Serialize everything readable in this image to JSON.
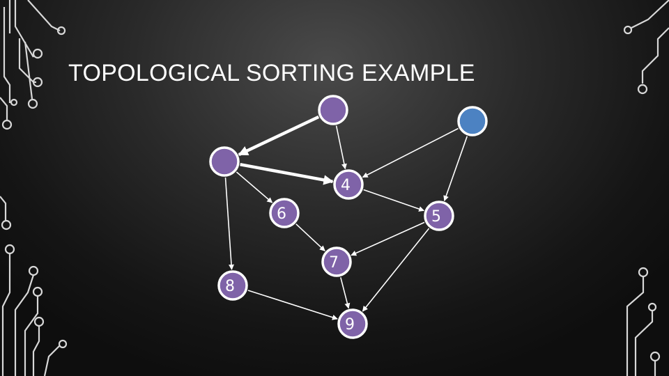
{
  "title": "TOPOLOGICAL SORTING EXAMPLE",
  "colors": {
    "node_purple": "#7f63a8",
    "node_blue": "#4c82c2",
    "node_border": "#ffffff",
    "edge": "#ffffff",
    "circuit": "#d8d8d8"
  },
  "graph": {
    "nodes": [
      {
        "id": "a",
        "label": "",
        "color": "#7f63a8"
      },
      {
        "id": "b",
        "label": "",
        "color": "#4c82c2"
      },
      {
        "id": "c",
        "label": "",
        "color": "#7f63a8"
      },
      {
        "id": "n4",
        "label": "4",
        "color": "#7f63a8"
      },
      {
        "id": "n6",
        "label": "6",
        "color": "#7f63a8"
      },
      {
        "id": "n5",
        "label": "5",
        "color": "#7f63a8"
      },
      {
        "id": "n7",
        "label": "7",
        "color": "#7f63a8"
      },
      {
        "id": "n8",
        "label": "8",
        "color": "#7f63a8"
      },
      {
        "id": "n9",
        "label": "9",
        "color": "#7f63a8"
      }
    ],
    "edges": [
      {
        "from": "a",
        "to": "c",
        "bold": true
      },
      {
        "from": "a",
        "to": "n4",
        "bold": false
      },
      {
        "from": "b",
        "to": "n4",
        "bold": false
      },
      {
        "from": "b",
        "to": "n5",
        "bold": false
      },
      {
        "from": "c",
        "to": "n4",
        "bold": true
      },
      {
        "from": "c",
        "to": "n6",
        "bold": false
      },
      {
        "from": "c",
        "to": "n8",
        "bold": false
      },
      {
        "from": "n4",
        "to": "n5",
        "bold": false
      },
      {
        "from": "n6",
        "to": "n7",
        "bold": false
      },
      {
        "from": "n5",
        "to": "n7",
        "bold": false
      },
      {
        "from": "n5",
        "to": "n9",
        "bold": false
      },
      {
        "from": "n7",
        "to": "n9",
        "bold": false
      },
      {
        "from": "n8",
        "to": "n9",
        "bold": false
      }
    ]
  }
}
